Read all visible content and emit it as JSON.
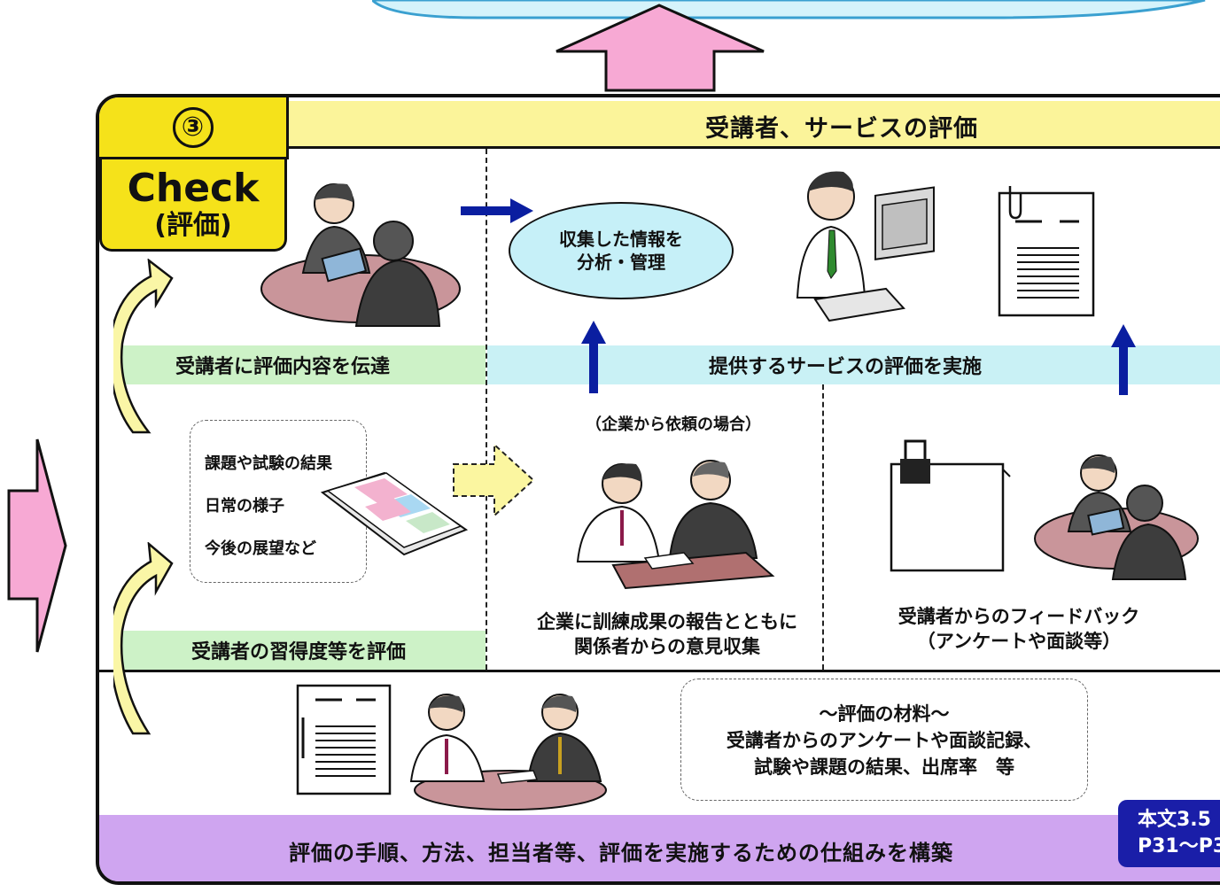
{
  "step": {
    "number": "③",
    "name": "Check",
    "name_sub": "(評価)",
    "title": "受講者、サービスの評価"
  },
  "bands": {
    "convey": "受講者に評価内容を伝達",
    "service_eval": "提供するサービスの評価を実施",
    "mastery": "受講者の習得度等を評価"
  },
  "info_ellipse": {
    "line1": "収集した情報を",
    "line2": "分析・管理"
  },
  "assessment_items": [
    "課題や試験の結果",
    "日常の様子",
    "今後の展望など"
  ],
  "company": {
    "case_label": "（企業から依頼の場合）",
    "caption_line1": "企業に訓練成果の報告とともに",
    "caption_line2": "関係者からの意見収集"
  },
  "feedback": {
    "line1": "受講者からのフィードバック",
    "line2": "（アンケートや面談等）"
  },
  "materials": {
    "title": "～評価の材料～",
    "line1": "受講者からのアンケートや面談記録、",
    "line2": "試験や課題の結果、出席率　等"
  },
  "footer": "評価の手順、方法、担当者等、評価を実施するための仕組みを構築",
  "reference": {
    "line1": "本文3.5",
    "line2": "P31～P3"
  },
  "colors": {
    "yellow": "#f5e21a",
    "title_yellow": "#fbf49a",
    "green_band": "#cdf2c7",
    "cyan_band": "#c9f1f5",
    "purple_bar": "#cfa5f0",
    "pink_arrow": "#f7a9d4",
    "blue_arrow": "#0a1ea0",
    "ref_navy": "#1a1ea8"
  }
}
